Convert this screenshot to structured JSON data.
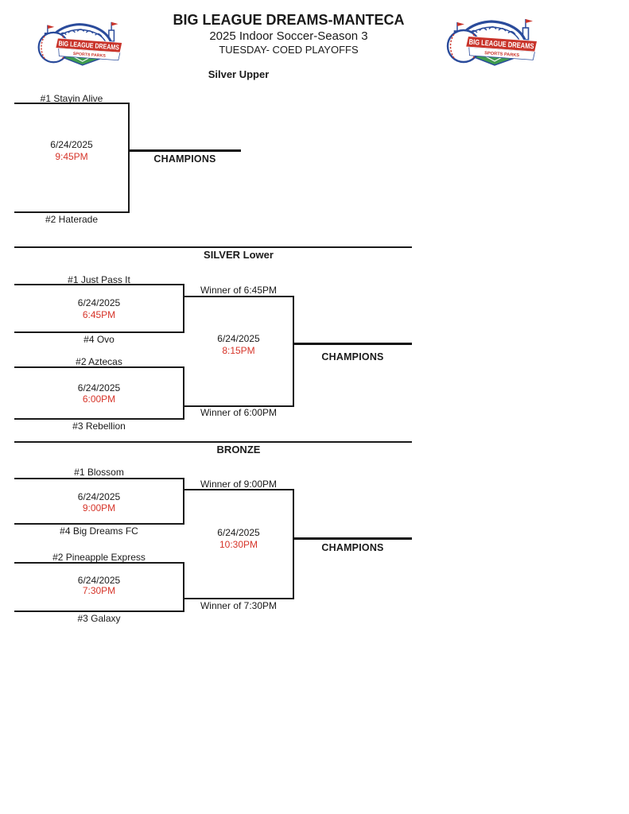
{
  "header": {
    "title": "BIG LEAGUE DREAMS-MANTECA",
    "subtitle": "2025 Indoor Soccer-Season 3",
    "event_line": "TUESDAY- COED PLAYOFFS"
  },
  "logo": {
    "banner_text": "BIG LEAGUE DREAMS",
    "tagline": "SPORTS PARKS"
  },
  "colors": {
    "time_red": "#d63429",
    "line_black": "#1a1a1a",
    "logo_navy": "#2a4b9b",
    "logo_red": "#c9342b",
    "logo_green": "#3f9b4f"
  },
  "silver_upper": {
    "title": "Silver Upper",
    "champions_label": "CHAMPIONS",
    "final": {
      "team_top": "#1 Stayin Alive",
      "team_bottom": "#2 Haterade",
      "date": "6/24/2025",
      "time": "9:45PM"
    }
  },
  "silver_lower": {
    "title": "SILVER Lower",
    "champions_label": "CHAMPIONS",
    "semifinal_top": {
      "team_top": "#1 Just Pass It",
      "team_bottom": "#4 Ovo",
      "date": "6/24/2025",
      "time": "6:45PM"
    },
    "semifinal_bottom": {
      "team_top": "#2 Aztecas",
      "team_bottom": "#3 Rebellion",
      "date": "6/24/2025",
      "time": "6:00PM"
    },
    "final": {
      "feeder_top": "Winner of 6:45PM",
      "feeder_bottom": "Winner of 6:00PM",
      "date": "6/24/2025",
      "time": "8:15PM"
    }
  },
  "bronze": {
    "title": "BRONZE",
    "champions_label": "CHAMPIONS",
    "semifinal_top": {
      "team_top": "#1 Blossom",
      "team_bottom": "#4 Big Dreams FC",
      "date": "6/24/2025",
      "time": "9:00PM"
    },
    "semifinal_bottom": {
      "team_top": "#2 Pineapple Express",
      "team_bottom": "#3 Galaxy",
      "date": "6/24/2025",
      "time": "7:30PM"
    },
    "final": {
      "feeder_top": "Winner of 9:00PM",
      "feeder_bottom": "Winner of 7:30PM",
      "date": "6/24/2025",
      "time": "10:30PM"
    }
  }
}
